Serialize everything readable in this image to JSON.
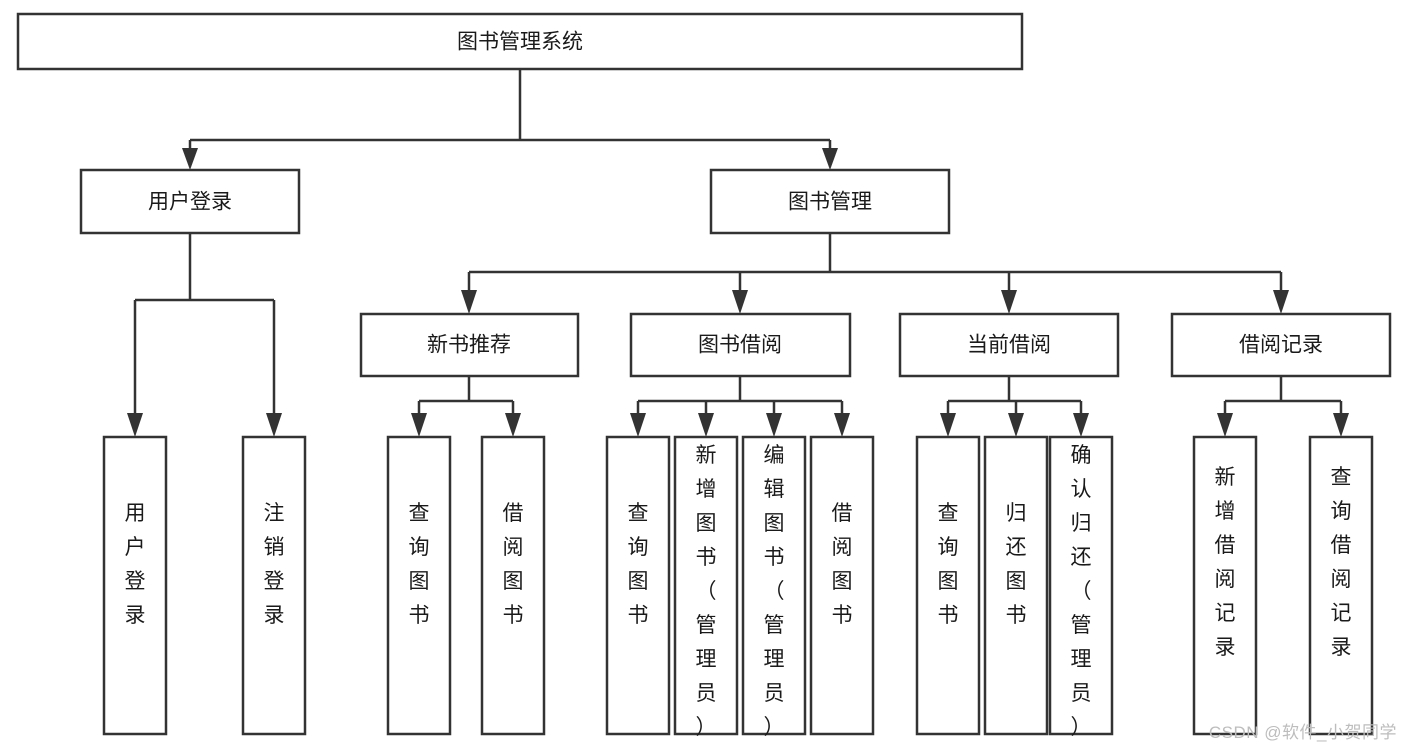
{
  "diagram": {
    "type": "tree",
    "title": "图书管理系统",
    "watermark": "CSDN @软件_小贺同学",
    "levels": {
      "root": {
        "label": "图书管理系统"
      },
      "level2": [
        {
          "label": "用户登录"
        },
        {
          "label": "图书管理"
        }
      ],
      "level3": [
        {
          "label": "新书推荐"
        },
        {
          "label": "图书借阅"
        },
        {
          "label": "当前借阅"
        },
        {
          "label": "借阅记录"
        }
      ],
      "leaves": {
        "user_login": [
          {
            "label": "用户登录"
          },
          {
            "label": "注销登录"
          }
        ],
        "new_book_recommend": [
          {
            "label": "查询图书"
          },
          {
            "label": "借阅图书"
          }
        ],
        "book_borrow": [
          {
            "label": "查询图书"
          },
          {
            "label": "新增图书（管理员）"
          },
          {
            "label": "编辑图书（管理员）"
          },
          {
            "label": "借阅图书"
          }
        ],
        "current_borrow": [
          {
            "label": "查询图书"
          },
          {
            "label": "归还图书"
          },
          {
            "label": "确认归还（管理员）"
          }
        ],
        "borrow_records": [
          {
            "label": "新增借阅记录"
          },
          {
            "label": "查询借阅记录"
          }
        ]
      }
    },
    "colors": {
      "box_stroke": "#333333",
      "box_fill": "#ffffff",
      "text": "#1a1a1a",
      "watermark": "#bdbdbd",
      "background": "#ffffff"
    }
  }
}
